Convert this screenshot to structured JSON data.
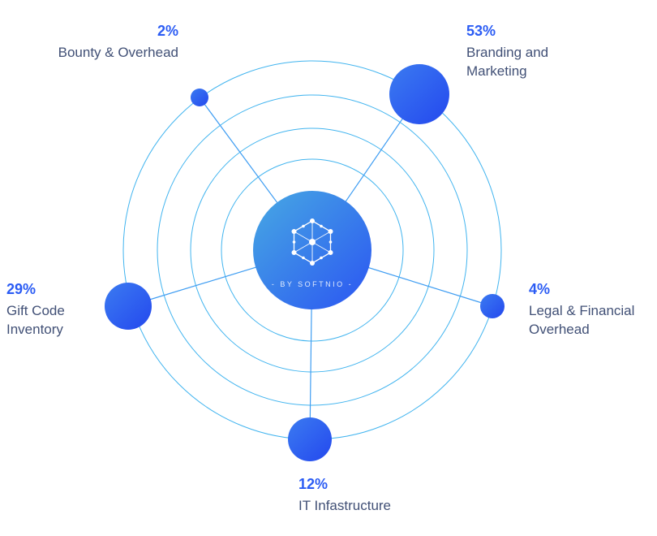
{
  "chart": {
    "center_badge": "- BY SOFTNIO -",
    "items": [
      {
        "id": "bounty",
        "percent": "2%",
        "label": "Bounty & Overhead"
      },
      {
        "id": "branding",
        "percent": "53%",
        "label": "Branding and Marketing"
      },
      {
        "id": "giftcode",
        "percent": "29%",
        "label": "Gift Code Inventory"
      },
      {
        "id": "legal",
        "percent": "4%",
        "label": "Legal & Financial Overhead"
      },
      {
        "id": "it",
        "percent": "12%",
        "label": "IT Infastructure"
      }
    ]
  },
  "chart_data": {
    "type": "pie",
    "categories": [
      "Branding and Marketing",
      "Gift Code Inventory",
      "IT Infastructure",
      "Legal & Financial Overhead",
      "Bounty & Overhead"
    ],
    "values": [
      53,
      29,
      12,
      4,
      2
    ],
    "unit": "%",
    "title": "",
    "center_label": "- BY SOFTNIO -",
    "legend_position": "radial-around",
    "render_style": "orbital bubble chart; bubble size proportional to percent; 4 concentric orbit rings with connector lines from gradient center disc",
    "colors": {
      "percent_text": "#2b5cf4",
      "label_text": "#415076",
      "bubble_fill": "#2b55f0",
      "center_gradient_start": "#47a9e3",
      "center_gradient_end": "#2b55f2",
      "orbit_stroke": "#41b4ef"
    }
  }
}
